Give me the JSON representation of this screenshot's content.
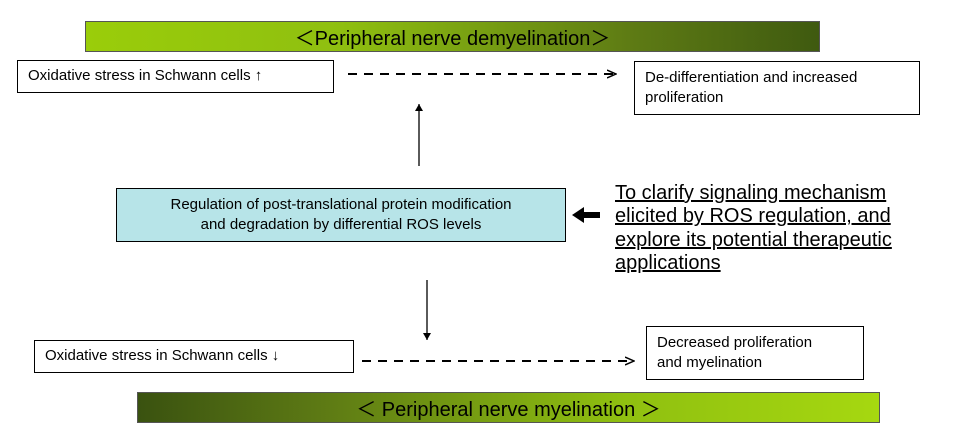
{
  "banners": {
    "top": "＜Peripheral nerve demyelination＞",
    "bottom": "＜ Peripheral nerve myelination ＞"
  },
  "boxes": {
    "stress_up": "Oxidative stress in Schwann cells ↑",
    "dediff_line1": "De-differentiation and increased",
    "dediff_line2": "proliferation",
    "regulation_line1": "Regulation of post-translational protein modification",
    "regulation_line2": "and degradation by differential ROS levels",
    "stress_down": "Oxidative stress in Schwann cells ↓",
    "decreased_line1": "Decreased proliferation",
    "decreased_line2": "and myelination"
  },
  "goal": {
    "line1": "To clarify signaling mechanism",
    "line2": "elicited by ROS regulation, and",
    "line3": "explore its potential therapeutic",
    "line4": "applications"
  },
  "colors": {
    "banner_green": "#9acd0a",
    "banner_dark": "#3f5a10",
    "regulation_fill": "#b7e4e8"
  }
}
